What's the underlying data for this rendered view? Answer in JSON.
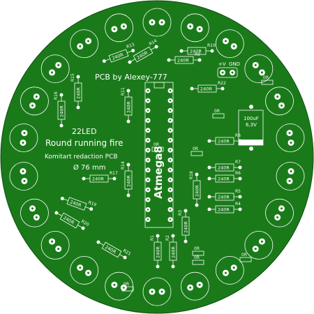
{
  "board": {
    "credit": "PCB by Alexey-777",
    "led_count": "22LED",
    "title": "Round running fire",
    "subtitle": "Komitart redaction PCB",
    "diameter": "Ø 76 mm",
    "chip": "Atmega8",
    "power_plus": "+V",
    "power_gnd": "GND",
    "capacitor": [
      "100uF",
      "6,3V"
    ],
    "colors": {
      "board": "#1a7a1a",
      "silk": "#ffffff",
      "outside": "#ffffff"
    }
  },
  "resistors": [
    {
      "ref": "R13",
      "value": "240R"
    },
    {
      "ref": "R14",
      "value": "240R"
    },
    {
      "ref": "R10",
      "value": "240R"
    },
    {
      "ref": "R9",
      "value": "240R"
    },
    {
      "ref": "R22",
      "value": "240R"
    },
    {
      "ref": "R15",
      "value": "240R"
    },
    {
      "ref": "R16",
      "value": "240R"
    },
    {
      "ref": "R11",
      "value": "240R"
    },
    {
      "ref": "R8",
      "value": "240R"
    },
    {
      "ref": "R7",
      "value": "240R"
    },
    {
      "ref": "R6",
      "value": "240R"
    },
    {
      "ref": "R5",
      "value": "240R"
    },
    {
      "ref": "R4",
      "value": "240R"
    },
    {
      "ref": "R17",
      "value": "240R"
    },
    {
      "ref": "R18",
      "value": "240R"
    },
    {
      "ref": "R19",
      "value": "240R"
    },
    {
      "ref": "R20",
      "value": "240R"
    },
    {
      "ref": "R21",
      "value": "240R"
    },
    {
      "ref": "R1",
      "value": "240R"
    },
    {
      "ref": "R2",
      "value": "240R"
    },
    {
      "ref": "R3",
      "value": "240R"
    },
    {
      "ref": "R14b",
      "value": "240R"
    }
  ],
  "jumpers": [
    "0R",
    "0R",
    "0R",
    "0R",
    "0R",
    "0R",
    "0R",
    "0R"
  ]
}
